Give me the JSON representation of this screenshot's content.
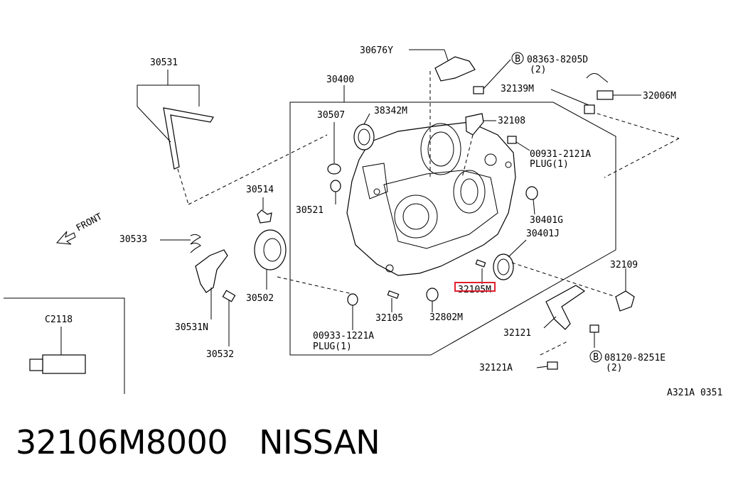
{
  "diagram": {
    "labels": {
      "l30531": "30531",
      "l30676Y": "30676Y",
      "l08363": "08363-8205D",
      "l08363_qty": "(2)",
      "l30400": "30400",
      "l32139M": "32139M",
      "l32006M": "32006M",
      "l30507": "30507",
      "l38342M": "38342M",
      "l32108": "32108",
      "l00931": "00931-2121A",
      "l00931_plug": "PLUG(1)",
      "l30514": "30514",
      "l30521": "30521",
      "l30401G": "30401G",
      "l30401J": "30401J",
      "front": "FRONT",
      "l30533": "30533",
      "l30502": "30502",
      "l32109": "32109",
      "l32105M": "32105M",
      "l32105": "32105",
      "l32802M": "32802M",
      "l32121": "32121",
      "l30531N": "30531N",
      "l30532": "30532",
      "lC2118": "C2118",
      "l00933": "00933-1221A",
      "l00933_plug": "PLUG(1)",
      "l08120": "08120-8251E",
      "l08120_qty": "(2)",
      "l32121A": "32121A",
      "ref": "A321A 0351",
      "bolt_mark": "B"
    },
    "highlight_color": "#e0212f"
  },
  "caption": {
    "part_number": "32106M8000",
    "brand": "NISSAN"
  }
}
